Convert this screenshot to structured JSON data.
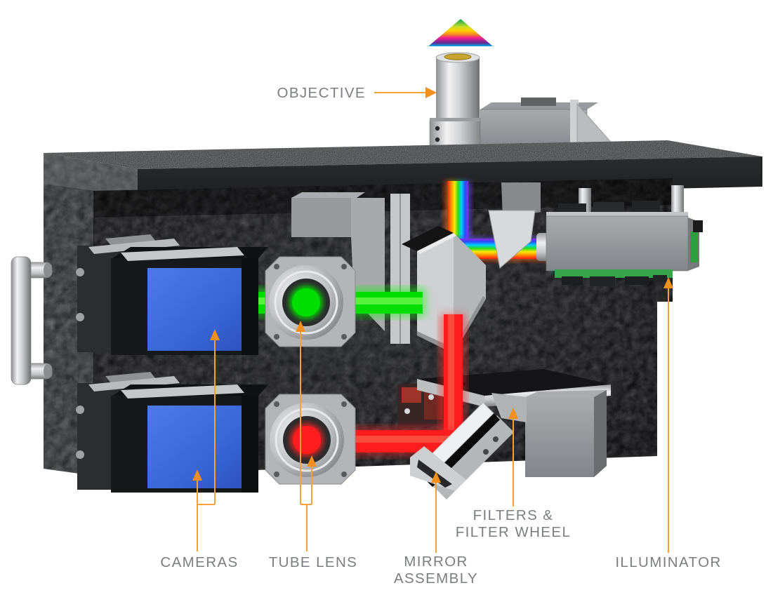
{
  "figure": {
    "kind": "annotated cutaway rendering",
    "subject": "dual-camera microscope imaging module with labeled optical components"
  },
  "labels": {
    "objective": "OBJECTIVE",
    "cameras": "CAMERAS",
    "tube_lens": "TUBE LENS",
    "mirror_line1": "MIRROR",
    "mirror_line2": "ASSEMBLY",
    "filters_line1": "FILTERS &",
    "filters_line2": "FILTER WHEEL",
    "illuminator": "ILLUMINATOR"
  },
  "colors": {
    "background": "#FFFFFF",
    "callout_line": "#F5A137",
    "callout_arrow": "#F28F1D",
    "label_text": "#7B7D80",
    "beam_green": "#00DD00",
    "beam_red": "#FF1C1C",
    "camera_blue": "#3C68DA",
    "chassis_black": "#1B1C1E",
    "metal_silver": "#C9CACC",
    "pcb_green": "#37A449",
    "objective_cap_gold": "#C8A52E"
  }
}
